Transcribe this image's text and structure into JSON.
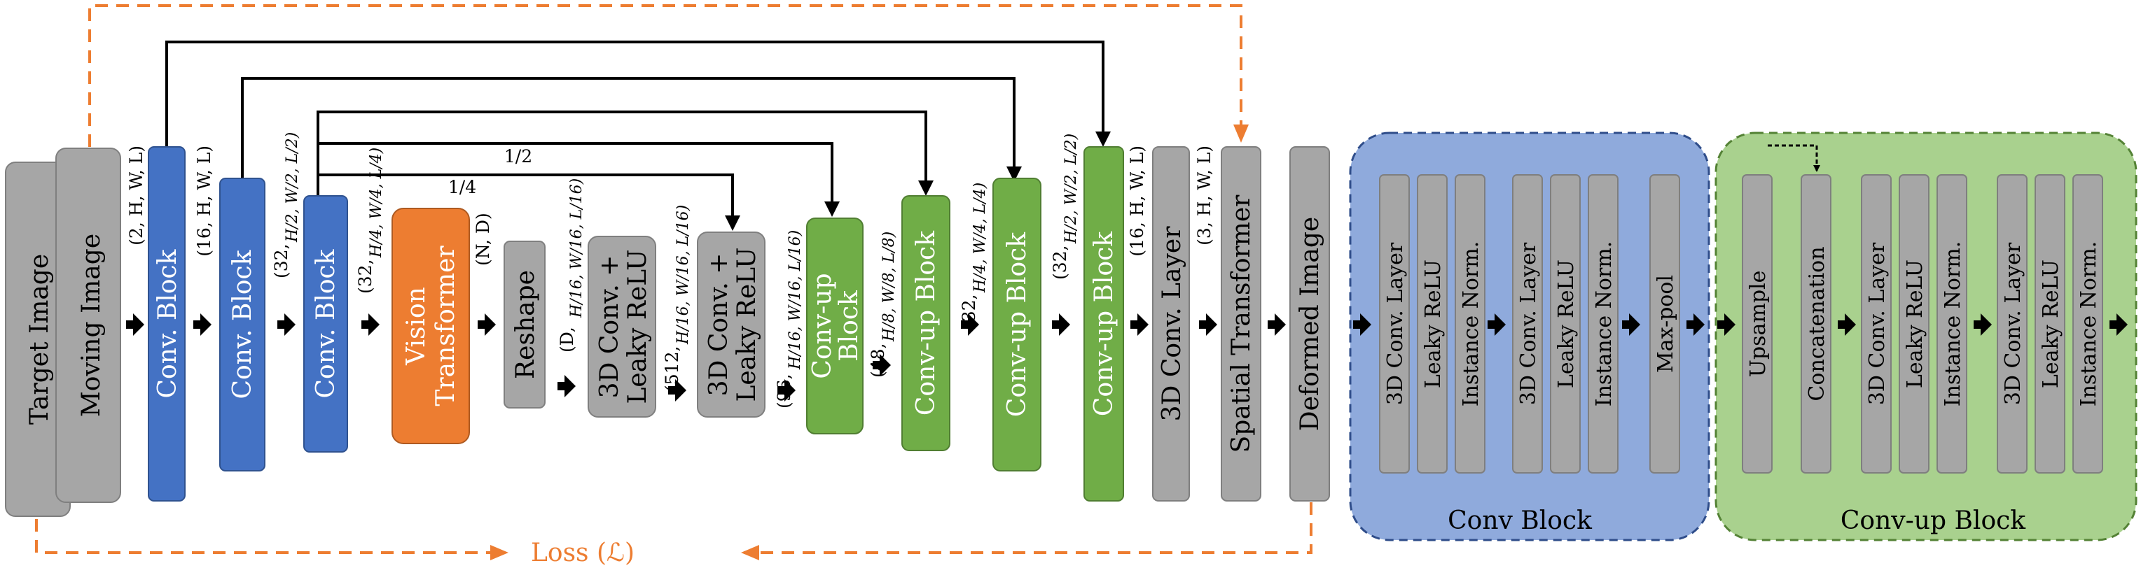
{
  "blocks": {
    "target_image": "Target Image",
    "moving_image": "Moving Image",
    "conv_block_1": "Conv. Block",
    "conv_block_2": "Conv. Block",
    "conv_block_3": "Conv. Block",
    "vision_transformer_line1": "Vision",
    "vision_transformer_line2": "Transformer",
    "reshape": "Reshape",
    "conv3d_leaky_1_line1": "3D Conv. +",
    "conv3d_leaky_1_line2": "Leaky ReLU",
    "conv3d_leaky_2_line1": "3D Conv. +",
    "conv3d_leaky_2_line2": "Leaky ReLU",
    "convup_block_1_line1": "Conv-up",
    "convup_block_1_line2": "Block",
    "convup_block_2": "Conv-up Block",
    "convup_block_3": "Conv-up Block",
    "convup_block_4": "Conv-up Block",
    "conv3d_layer": "3D Conv. Layer",
    "spatial_transformer": "Spatial Transformer",
    "deformed_image": "Deformed Image"
  },
  "dims": {
    "d1": "(2, H, W, L)",
    "d2": "(16, H, W, L)",
    "d3_a": "(32,",
    "d3_b": "H/2, W/2, L/2)",
    "d4_a": "(32,",
    "d4_b": "H/4, W/4, L/4)",
    "d5": "(N, D)",
    "d6_a": "(D,",
    "d6_b": "H/16, W/16, L/16)",
    "d7_a": "(512,",
    "d7_b": "H/16, W/16, L/16)",
    "d8_a": "(96,",
    "d8_b": "H/16, W/16, L/16)",
    "d9_a": "(48,",
    "d9_b": "H/8, W/8, L/8)",
    "d10_a": "(32,",
    "d10_b": "H/4, W/4, L/4)",
    "d11_a": "(32,",
    "d11_b": "H/2, W/2, L/2)",
    "d12": "(16, H, W, L)",
    "d13": "(3, H, W, L)"
  },
  "scale_labels": {
    "half": "1/2",
    "quarter": "1/4"
  },
  "loss_label": "Loss (ℒ)",
  "conv_block_detail": {
    "title": "Conv Block",
    "layers": [
      "3D Conv. Layer",
      "Leaky ReLU",
      "Instance Norm.",
      "3D Conv. Layer",
      "Leaky ReLU",
      "Instance Norm.",
      "Max-pool"
    ]
  },
  "convup_block_detail": {
    "title": "Conv-up Block",
    "layers": [
      "Upsample",
      "Concatenation",
      "3D Conv. Layer",
      "Leaky ReLU",
      "Instance Norm.",
      "3D Conv. Layer",
      "Leaky ReLU",
      "Instance Norm."
    ]
  },
  "colors": {
    "gray": "#a6a6a6",
    "gray_stroke": "#7f7f7f",
    "blue": "#4472c4",
    "blue_stroke": "#2f528f",
    "orange": "#ed7d31",
    "orange_stroke": "#ae5a21",
    "green": "#70ad47",
    "green_stroke": "#507e32",
    "blue_panel": "#8faadc",
    "blue_panel_stroke": "#2f4d8a",
    "green_panel": "#a9d18e",
    "green_panel_stroke": "#548235",
    "arrow": "#000000",
    "loss": "#ed7d31"
  }
}
